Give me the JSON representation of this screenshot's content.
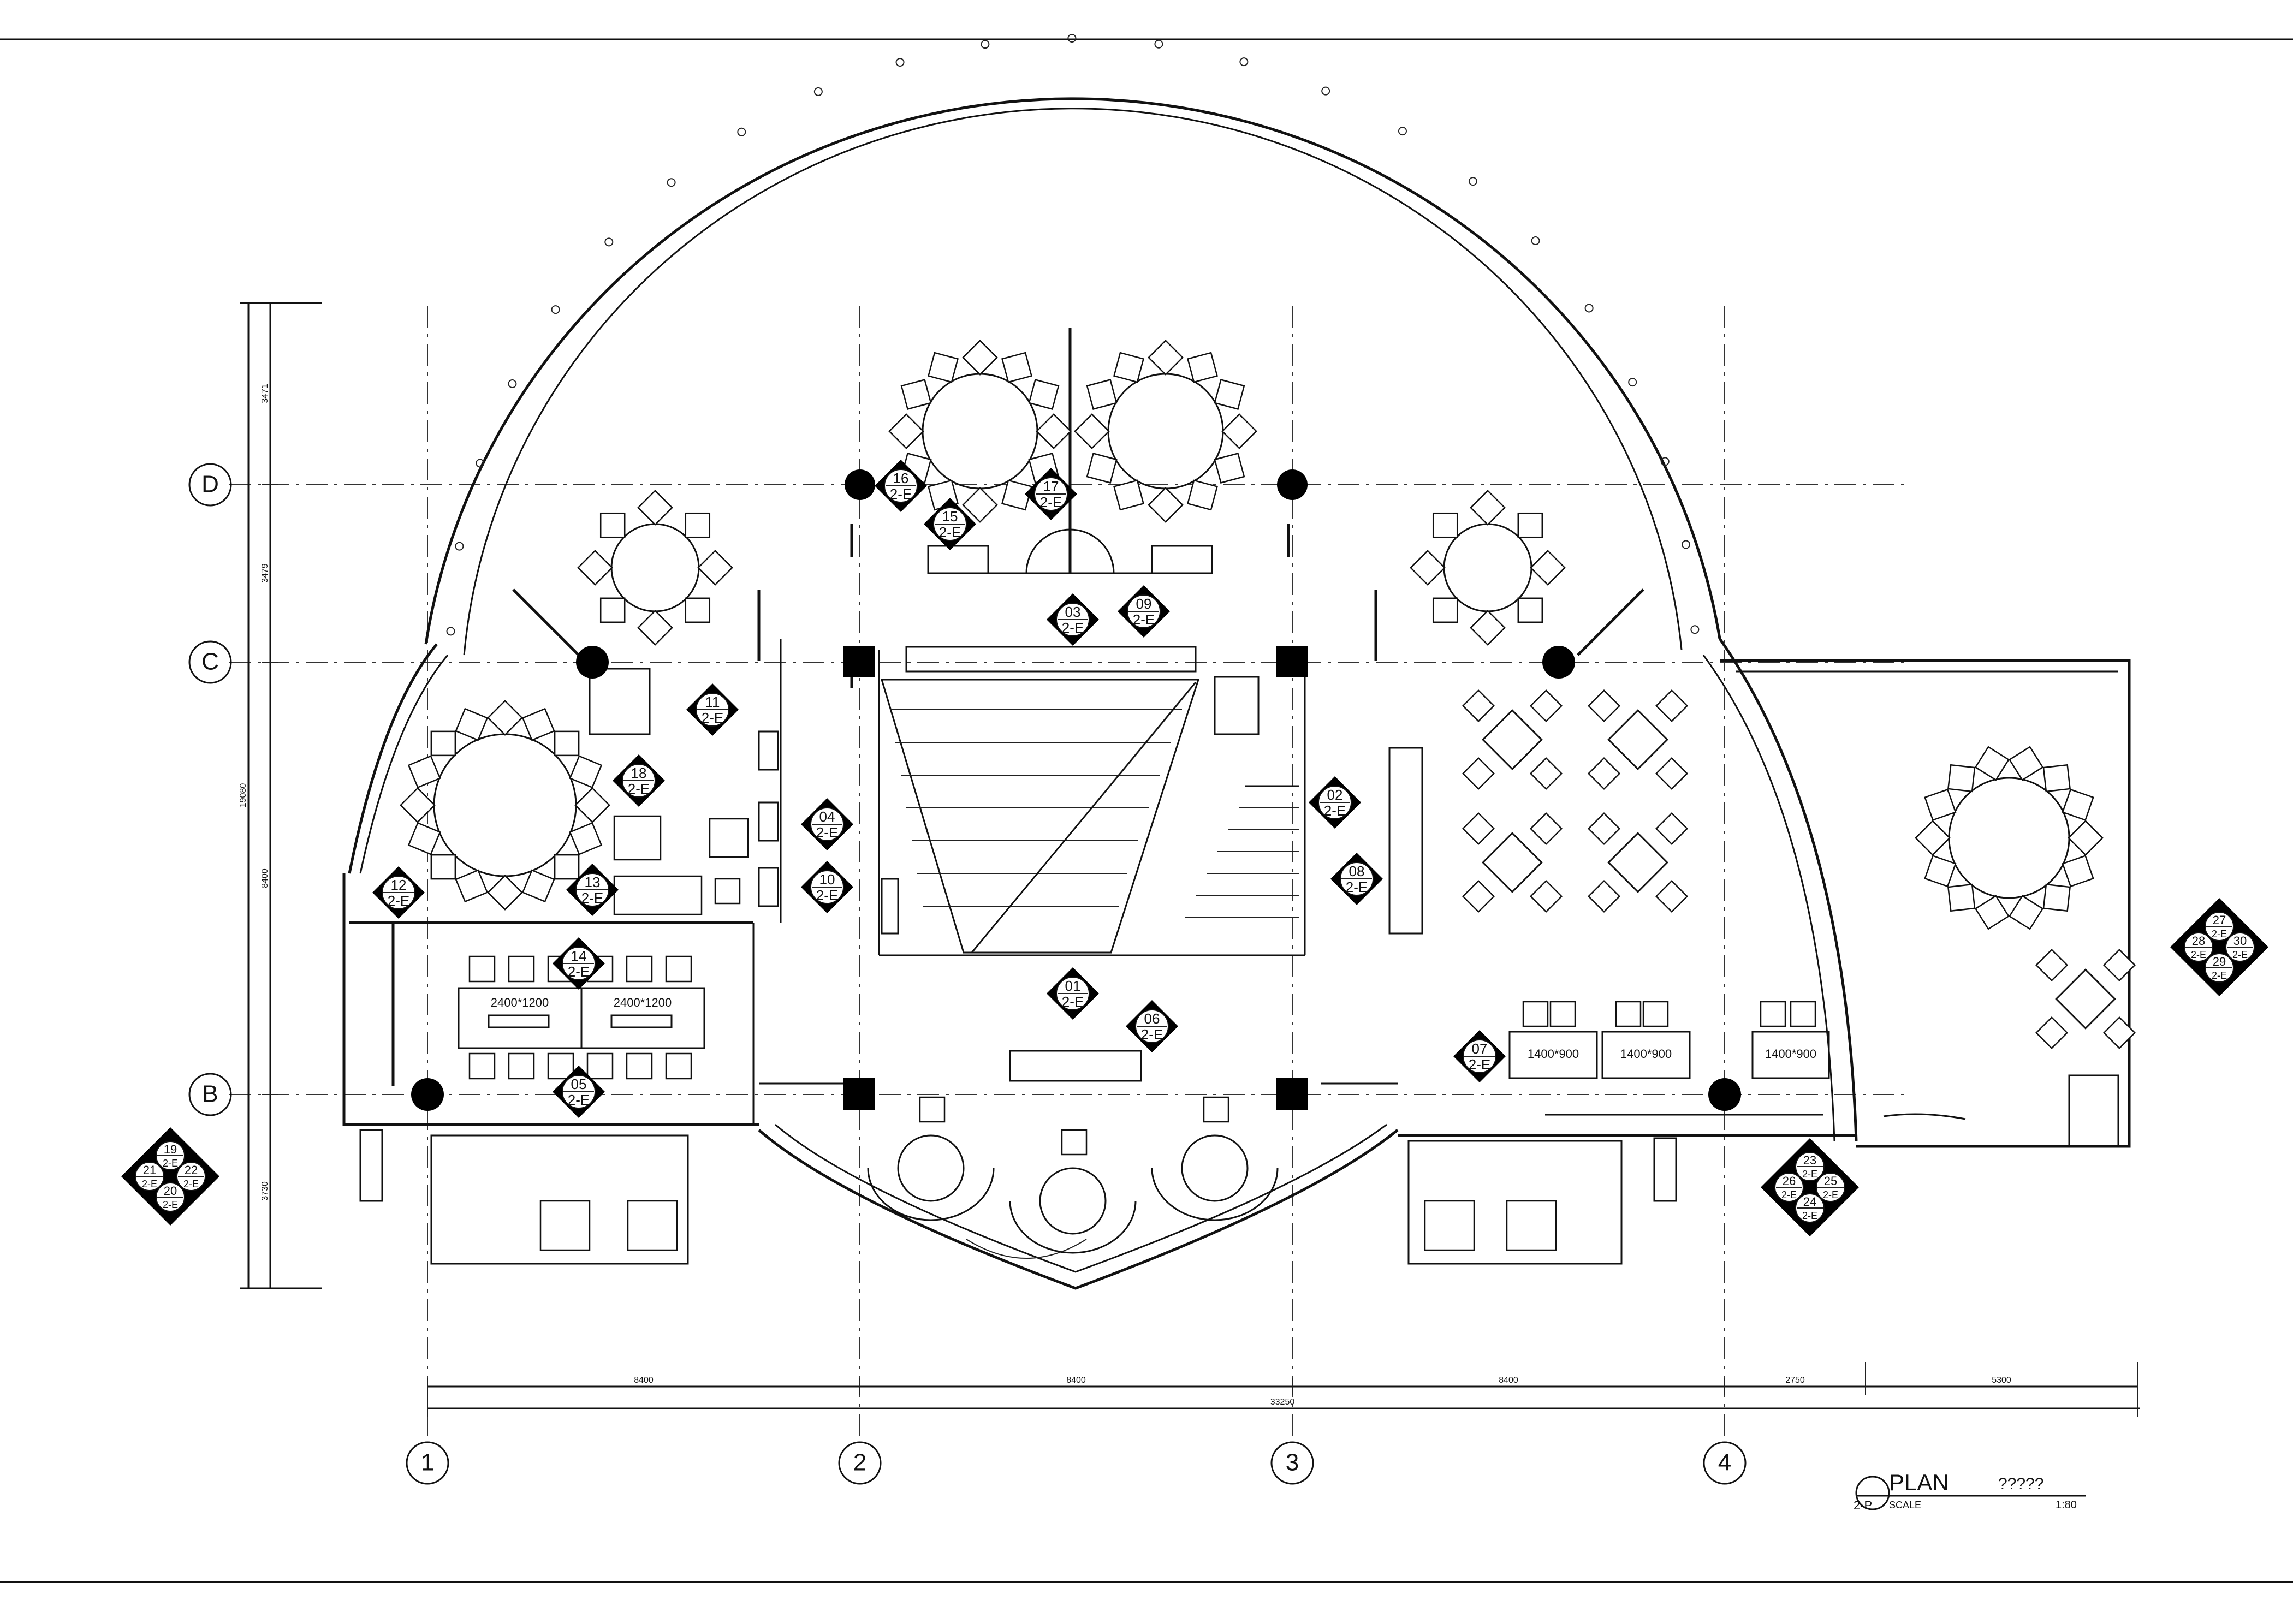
{
  "grid": {
    "columns": [
      "1",
      "2",
      "3",
      "4"
    ],
    "rows": [
      "D",
      "C",
      "B"
    ]
  },
  "dimensions": {
    "horizontal": [
      "8400",
      "8400",
      "8400",
      "2750",
      "5300"
    ],
    "total_horizontal": "33250",
    "vertical": [
      "3471",
      "3479",
      "8400",
      "3730"
    ],
    "total_vertical": "19080"
  },
  "tables": {
    "left_table_a": "2400*1200",
    "left_table_b": "2400*1200",
    "right_table_a": "1400*900",
    "right_table_b": "1400*900",
    "right_table_c": "1400*900"
  },
  "view_tags": [
    {
      "num": "01",
      "ref": "2-E"
    },
    {
      "num": "02",
      "ref": "2-E"
    },
    {
      "num": "03",
      "ref": "2-E"
    },
    {
      "num": "04",
      "ref": "2-E"
    },
    {
      "num": "05",
      "ref": "2-E"
    },
    {
      "num": "06",
      "ref": "2-E"
    },
    {
      "num": "07",
      "ref": "2-E"
    },
    {
      "num": "08",
      "ref": "2-E"
    },
    {
      "num": "09",
      "ref": "2-E"
    },
    {
      "num": "10",
      "ref": "2-E"
    },
    {
      "num": "11",
      "ref": "2-E"
    },
    {
      "num": "12",
      "ref": "2-E"
    },
    {
      "num": "13",
      "ref": "2-E"
    },
    {
      "num": "14",
      "ref": "2-E"
    },
    {
      "num": "15",
      "ref": "2-E"
    },
    {
      "num": "16",
      "ref": "2-E"
    },
    {
      "num": "17",
      "ref": "2-E"
    },
    {
      "num": "18",
      "ref": "2-E"
    }
  ],
  "cluster_tags": {
    "left": [
      "19",
      "21",
      "22",
      "20"
    ],
    "middle_right": [
      "23",
      "26",
      "25",
      "24"
    ],
    "far_right": [
      "27",
      "28",
      "30",
      "29"
    ],
    "ref": "2-E"
  },
  "title_block": {
    "title": "PLAN",
    "subtitle": "?????",
    "sheet": "2-P",
    "scale_label": "SCALE",
    "scale_value": "1:80"
  }
}
